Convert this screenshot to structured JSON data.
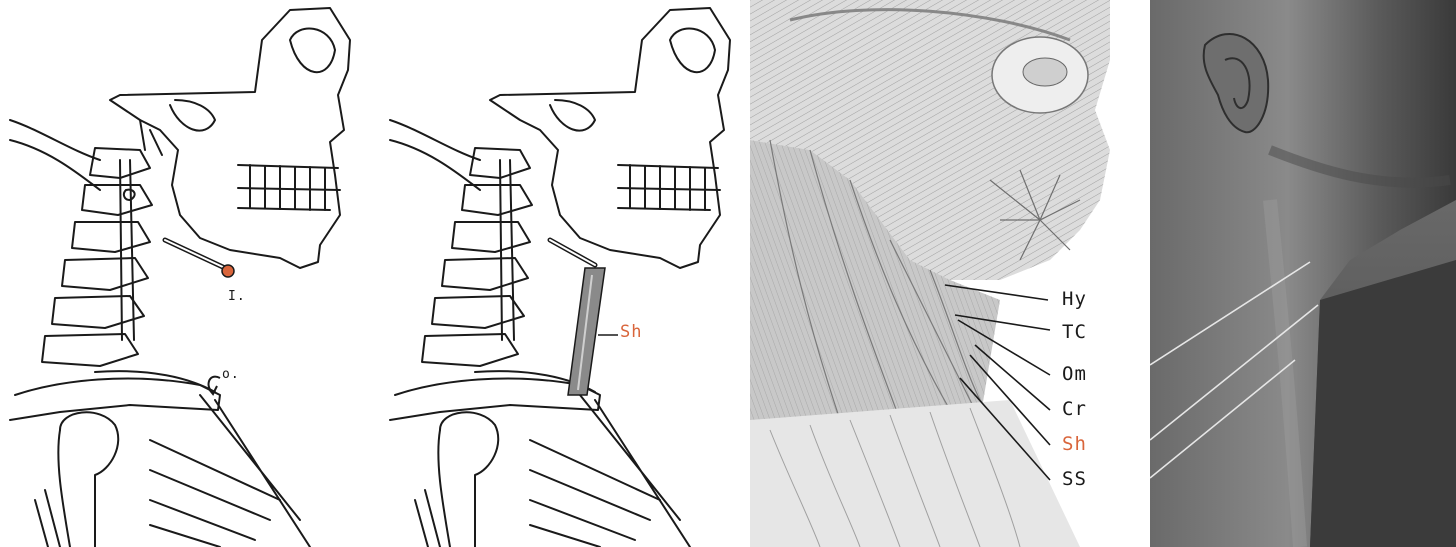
{
  "panel1": {
    "insertion_label": "I.",
    "origin_label": "o."
  },
  "panel2": {
    "muscle_label": "Sh"
  },
  "panel3": {
    "labels": [
      "Hy",
      "TC",
      "Om",
      "Cr",
      "Sh",
      "SS"
    ]
  },
  "colors": {
    "accent": "#d9653b",
    "line": "#1a1a1a",
    "photo_dark": "#3a3a3a"
  }
}
